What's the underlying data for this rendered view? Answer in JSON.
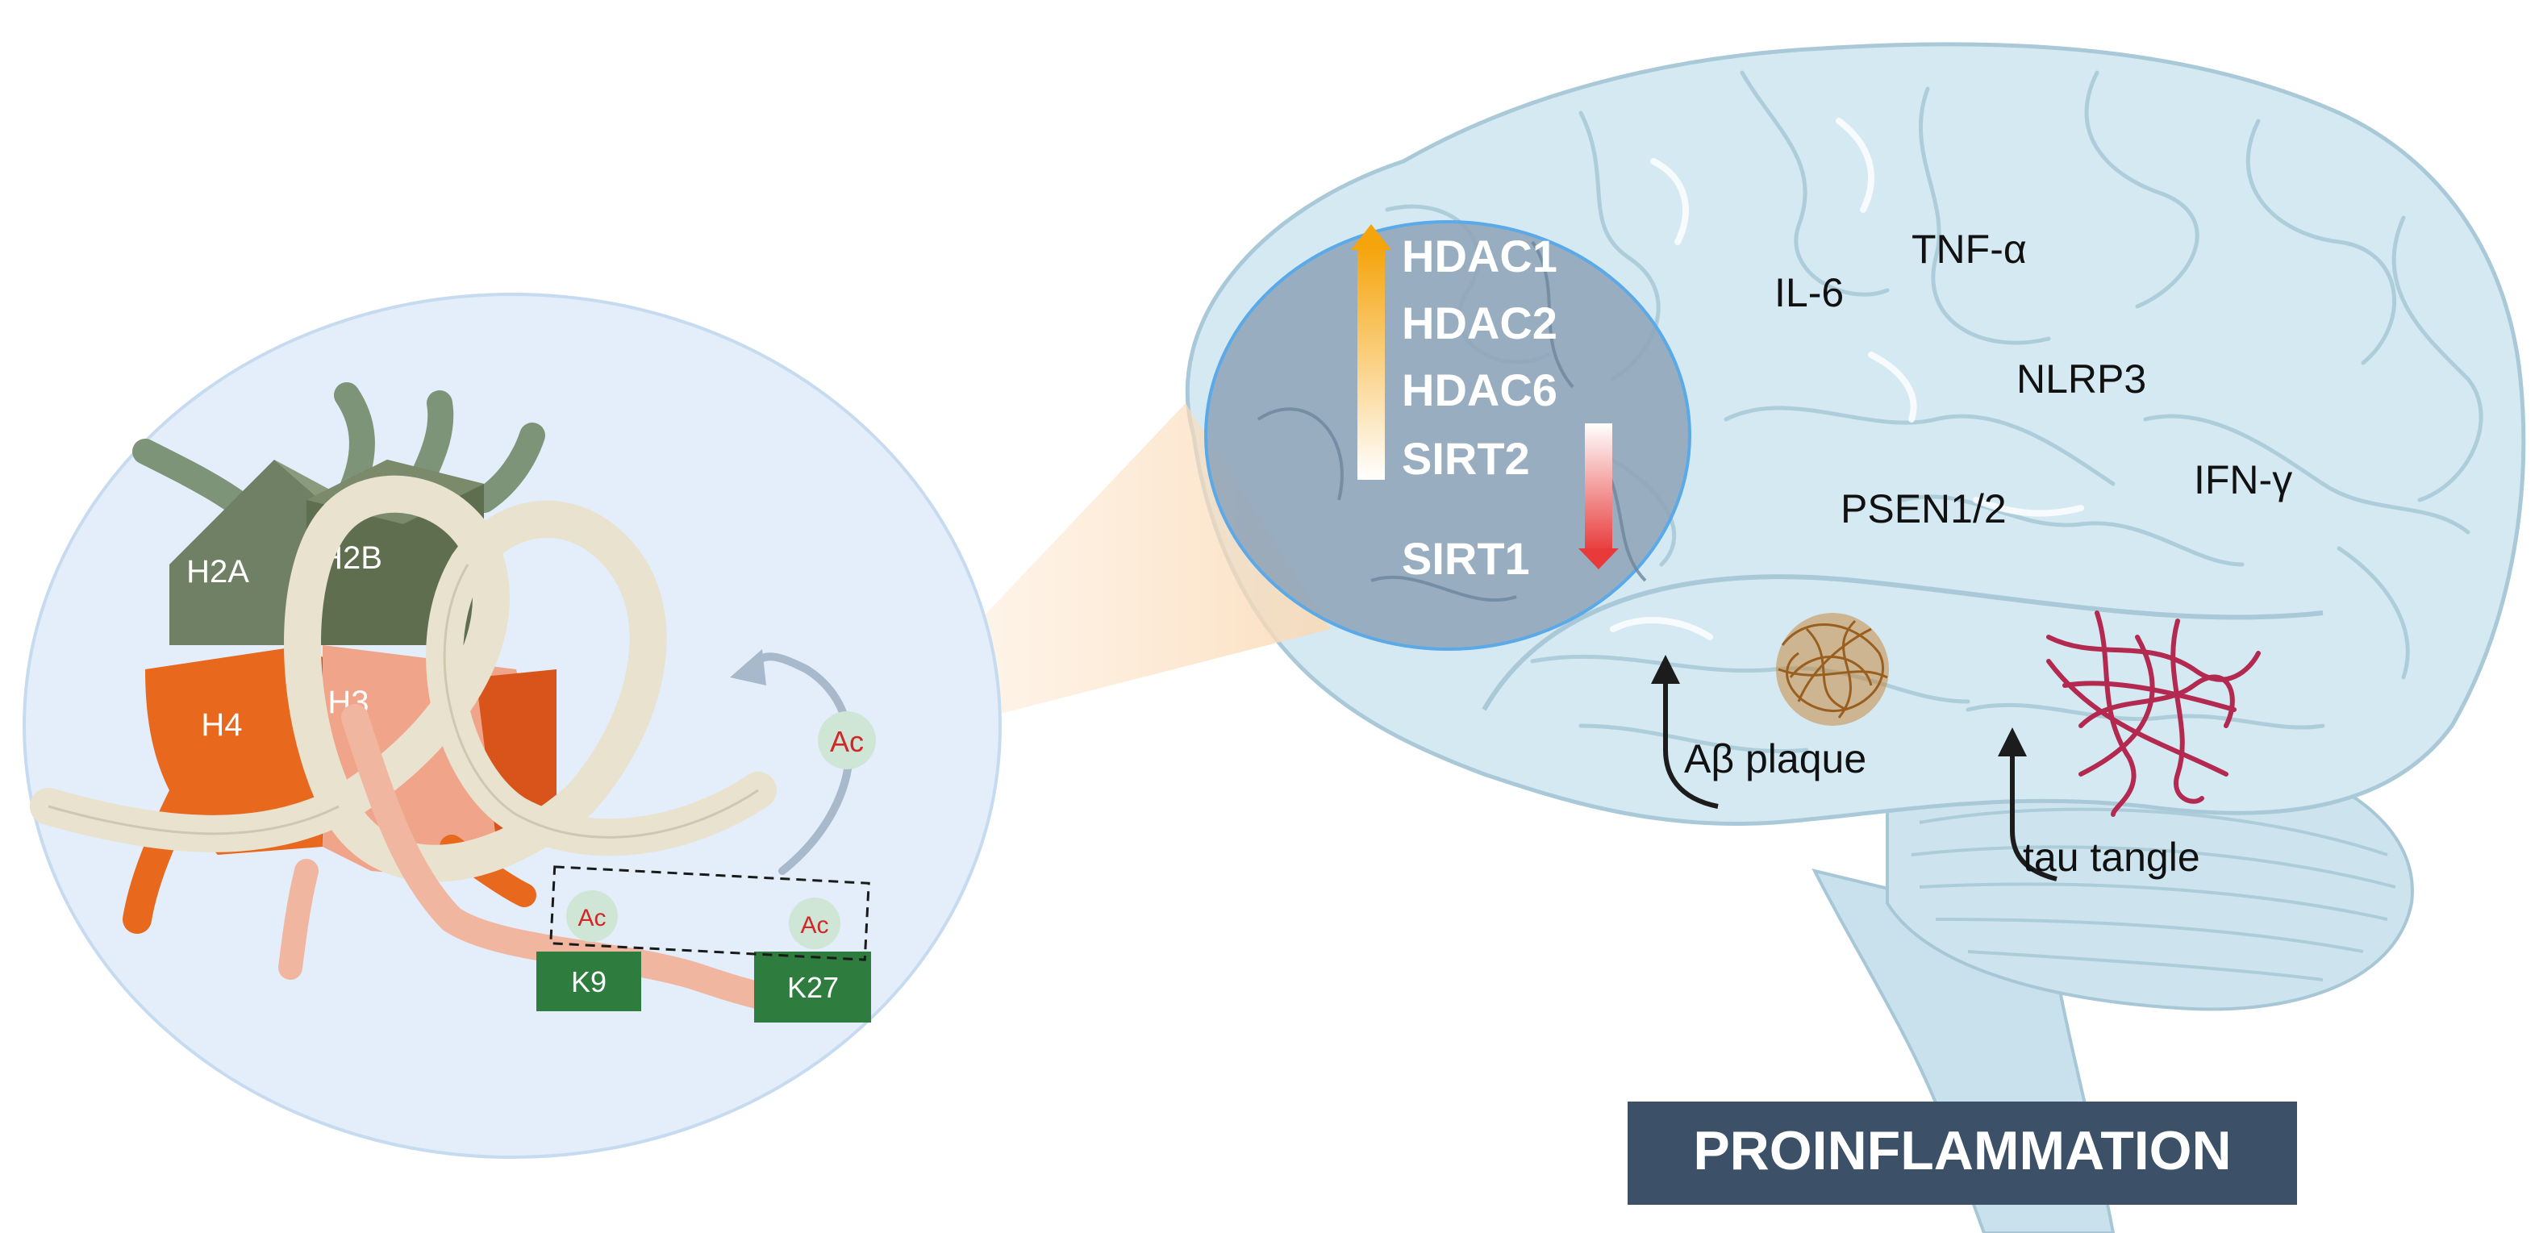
{
  "nucleosome": {
    "histones": [
      "H2A",
      "H2B",
      "H4",
      "H3"
    ],
    "lysines": [
      "K9",
      "K27"
    ],
    "acetyl_mark": "Ac"
  },
  "hdac_panel": {
    "upregulated": [
      "HDAC1",
      "HDAC2",
      "HDAC6",
      "SIRT2"
    ],
    "downregulated": [
      "SIRT1"
    ],
    "colors": {
      "up_arrow": "#f5a40b",
      "down_arrow": "#e83a3a"
    }
  },
  "brain": {
    "markers": [
      "IL-6",
      "TNF-α",
      "NLRP3",
      "PSEN1/2",
      "IFN-γ"
    ],
    "pathologies": {
      "amyloid": "Aβ plaque",
      "tau": "tau tangle"
    }
  },
  "banner": {
    "text": "PROINFLAMMATION",
    "color": "#3c5068"
  }
}
